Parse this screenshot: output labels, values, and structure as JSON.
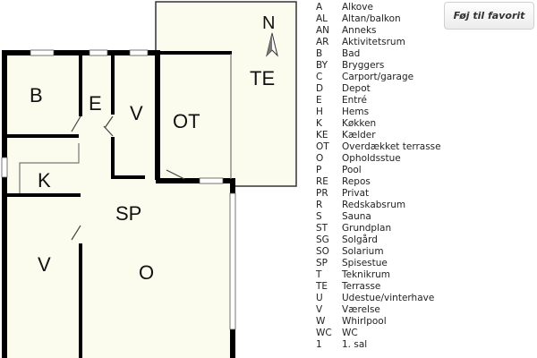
{
  "plan": {
    "compass_label": "N",
    "rooms": [
      {
        "id": "b",
        "label": "B"
      },
      {
        "id": "e",
        "label": "E"
      },
      {
        "id": "v-top",
        "label": "V"
      },
      {
        "id": "ot",
        "label": "OT"
      },
      {
        "id": "te",
        "label": "TE"
      },
      {
        "id": "k",
        "label": "K"
      },
      {
        "id": "sp",
        "label": "SP"
      },
      {
        "id": "v-bottom",
        "label": "V"
      },
      {
        "id": "o",
        "label": "O"
      }
    ]
  },
  "legend": [
    {
      "code": "A",
      "name": "Alkove"
    },
    {
      "code": "AL",
      "name": "Altan/balkon"
    },
    {
      "code": "AN",
      "name": "Anneks"
    },
    {
      "code": "AR",
      "name": "Aktivitetsrum"
    },
    {
      "code": "B",
      "name": "Bad"
    },
    {
      "code": "BY",
      "name": "Bryggers"
    },
    {
      "code": "C",
      "name": "Carport/garage"
    },
    {
      "code": "D",
      "name": "Depot"
    },
    {
      "code": "E",
      "name": "Entré"
    },
    {
      "code": "H",
      "name": "Hems"
    },
    {
      "code": "K",
      "name": "Køkken"
    },
    {
      "code": "KE",
      "name": "Kælder"
    },
    {
      "code": "OT",
      "name": "Overdækket terrasse"
    },
    {
      "code": "O",
      "name": "Opholdsstue"
    },
    {
      "code": "P",
      "name": "Pool"
    },
    {
      "code": "RE",
      "name": "Repos"
    },
    {
      "code": "PR",
      "name": "Privat"
    },
    {
      "code": "R",
      "name": "Redskabsrum"
    },
    {
      "code": "S",
      "name": "Sauna"
    },
    {
      "code": "ST",
      "name": "Grundplan"
    },
    {
      "code": "SG",
      "name": "Solgård"
    },
    {
      "code": "SO",
      "name": "Solarium"
    },
    {
      "code": "SP",
      "name": "Spisestue"
    },
    {
      "code": "T",
      "name": "Teknikrum"
    },
    {
      "code": "TE",
      "name": "Terrasse"
    },
    {
      "code": "U",
      "name": "Udestue/vinterhave"
    },
    {
      "code": "V",
      "name": "Værelse"
    },
    {
      "code": "W",
      "name": "Whirlpool"
    },
    {
      "code": "WC",
      "name": "WC"
    },
    {
      "code": "1",
      "name": "1. sal"
    }
  ],
  "favorite_button": {
    "label": "Føj til favorit"
  },
  "colors": {
    "wall": "#000000",
    "floor": "#fbfbee",
    "window": "#ffffff",
    "thin_line": "#7a7a7a"
  }
}
